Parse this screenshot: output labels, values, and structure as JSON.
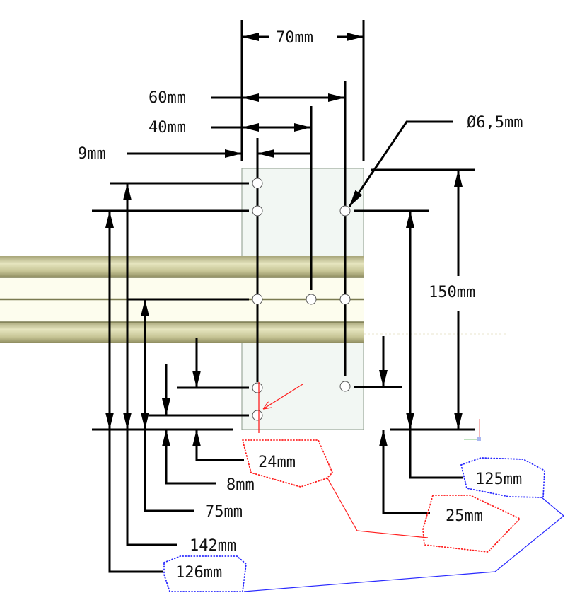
{
  "drawing": {
    "dimensions": {
      "d70": "70mm",
      "d60": "60mm",
      "d40": "40mm",
      "d9": "9mm",
      "hole_diameter": "Ø6,5mm",
      "d150": "150mm",
      "d125": "125mm",
      "d25": "25mm",
      "d24": "24mm",
      "d8": "8mm",
      "d75": "75mm",
      "d142": "142mm",
      "d126": "126mm"
    },
    "colors": {
      "plate": "#f2f7f3",
      "rail_light": "#fdfdee",
      "rail_band": "#c9c89a",
      "markup_red": "#ff2020",
      "markup_blue": "#2a2aff"
    }
  }
}
